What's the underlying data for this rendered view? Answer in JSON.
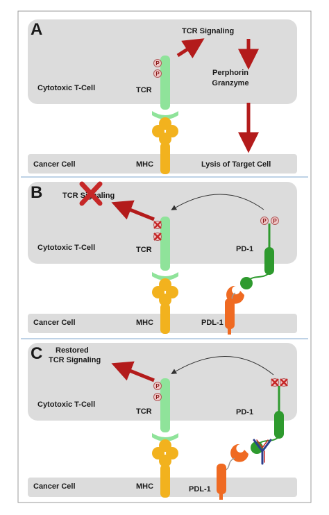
{
  "colors": {
    "membrane": "#dcdcdc",
    "membrane_border": "#c4c4c4",
    "tcr": "#8fe39a",
    "mhc": "#f2b21e",
    "arrow": "#b31b1b",
    "pd1": "#2e9a2e",
    "pdl1": "#ef6a22",
    "phospho_fill": "#f0c8c8",
    "phospho_stroke": "#b05a5a",
    "antibody_blue": "#2b3f8c",
    "antibody_red": "#c62828",
    "divider": "#a9c3dd"
  },
  "icons": [
    "phosphate-icon",
    "x-mark-icon",
    "antibody-icon"
  ],
  "panelA": {
    "letter": "A",
    "tcell_label": "Cytotoxic T-Cell",
    "tcr_label": "TCR",
    "signal_label": "TCR Signaling",
    "perforin_line1": "Perphorin",
    "perforin_line2": "Granzyme",
    "cancer_label": "Cancer Cell",
    "mhc_label": "MHC",
    "lysis_label": "Lysis of Target Cell",
    "phospho": [
      "P",
      "P"
    ]
  },
  "panelB": {
    "letter": "B",
    "signal_label": "TCR Signaling",
    "tcell_label": "Cytotoxic T-Cell",
    "tcr_label": "TCR",
    "pd1_label": "PD-1",
    "cancer_label": "Cancer Cell",
    "mhc_label": "MHC",
    "pdl1_label": "PDL-1",
    "pd1_phospho": [
      "P",
      "P"
    ]
  },
  "panelC": {
    "letter": "C",
    "signal_line1": "Restored",
    "signal_line2": "TCR Signaling",
    "tcell_label": "Cytotoxic T-Cell",
    "tcr_label": "TCR",
    "pd1_label": "PD-1",
    "cancer_label": "Cancer Cell",
    "mhc_label": "MHC",
    "pdl1_label": "PDL-1",
    "phospho": [
      "P",
      "P"
    ]
  }
}
